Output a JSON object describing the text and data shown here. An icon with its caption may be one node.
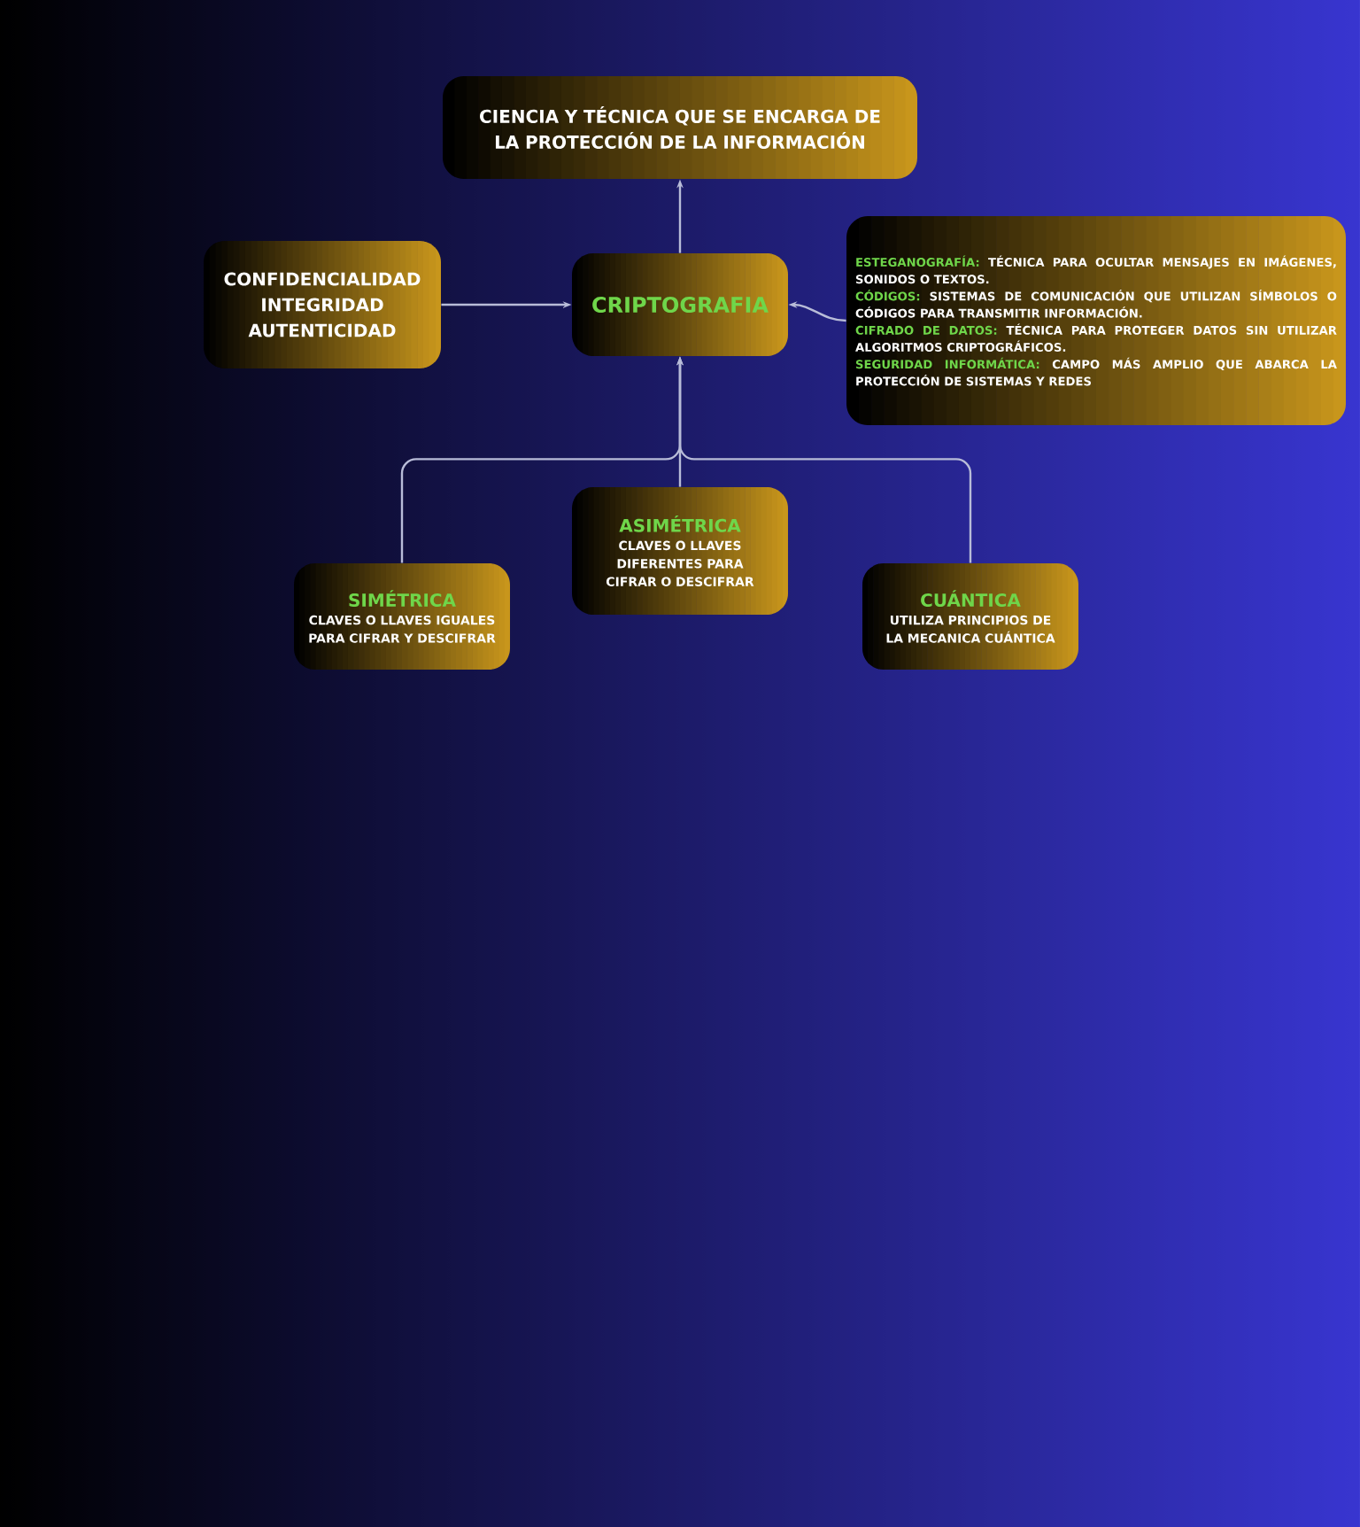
{
  "diagram": {
    "nodes": [
      {
        "text": [
          "CIENCIA Y TÉCNICA QUE SE ENCARGA DE LA PROTECCIÓN DE LA INFORMACIÓN"
        ]
      },
      {
        "text": [
          "CONFIDENCIALIDAD",
          "INTEGRIDAD",
          "AUTENTICIDAD"
        ]
      },
      {
        "text": [
          "CRIPTOGRAFIA"
        ]
      },
      {
        "text": [
          "ESTEGANOGRAFÍA:",
          "TÉCNICA PARA OCULTAR MENSAJES EN IMÁGENES, SONIDOS O TEXTOS.",
          "CÓDIGOS:",
          "SISTEMAS DE COMUNICACIÓN QUE UTILIZAN SÍMBOLOS O CÓDIGOS PARA TRANSMITIR INFORMACIÓN.",
          "CIFRADO DE DATOS:",
          "TÉCNICA PARA PROTEGER DATOS SIN UTILIZAR ALGORITMOS CRIPTOGRÁFICOS.",
          "SEGURIDAD INFORMÁTICA:",
          "CAMPO MÁS AMPLIO QUE ABARCA LA PROTECCIÓN DE SISTEMAS Y REDES"
        ]
      },
      {
        "text": [
          "ASIMÉTRICA",
          "CLAVES O LLAVES DIFERENTES PARA CIFRAR O DESCIFRAR"
        ]
      },
      {
        "text": [
          "SIMÉTRICA",
          "CLAVES O LLAVES IGUALES PARA CIFRAR Y DESCIFRAR"
        ]
      },
      {
        "text": [
          "CUÁNTICA",
          "UTILIZA PRINCIPIOS DE LA MECANICA CUÁNTICA"
        ]
      }
    ],
    "edges": [
      {
        "from": 2,
        "to": 0,
        "arrow": "to"
      },
      {
        "from": 1,
        "to": 2,
        "arrow": "to"
      },
      {
        "from": 3,
        "to": 2,
        "arrow": "to"
      },
      {
        "from": 5,
        "to": 2,
        "arrow": "to"
      },
      {
        "from": 4,
        "to": 2,
        "arrow": "to"
      },
      {
        "from": 6,
        "to": 2,
        "arrow": "to"
      }
    ]
  }
}
